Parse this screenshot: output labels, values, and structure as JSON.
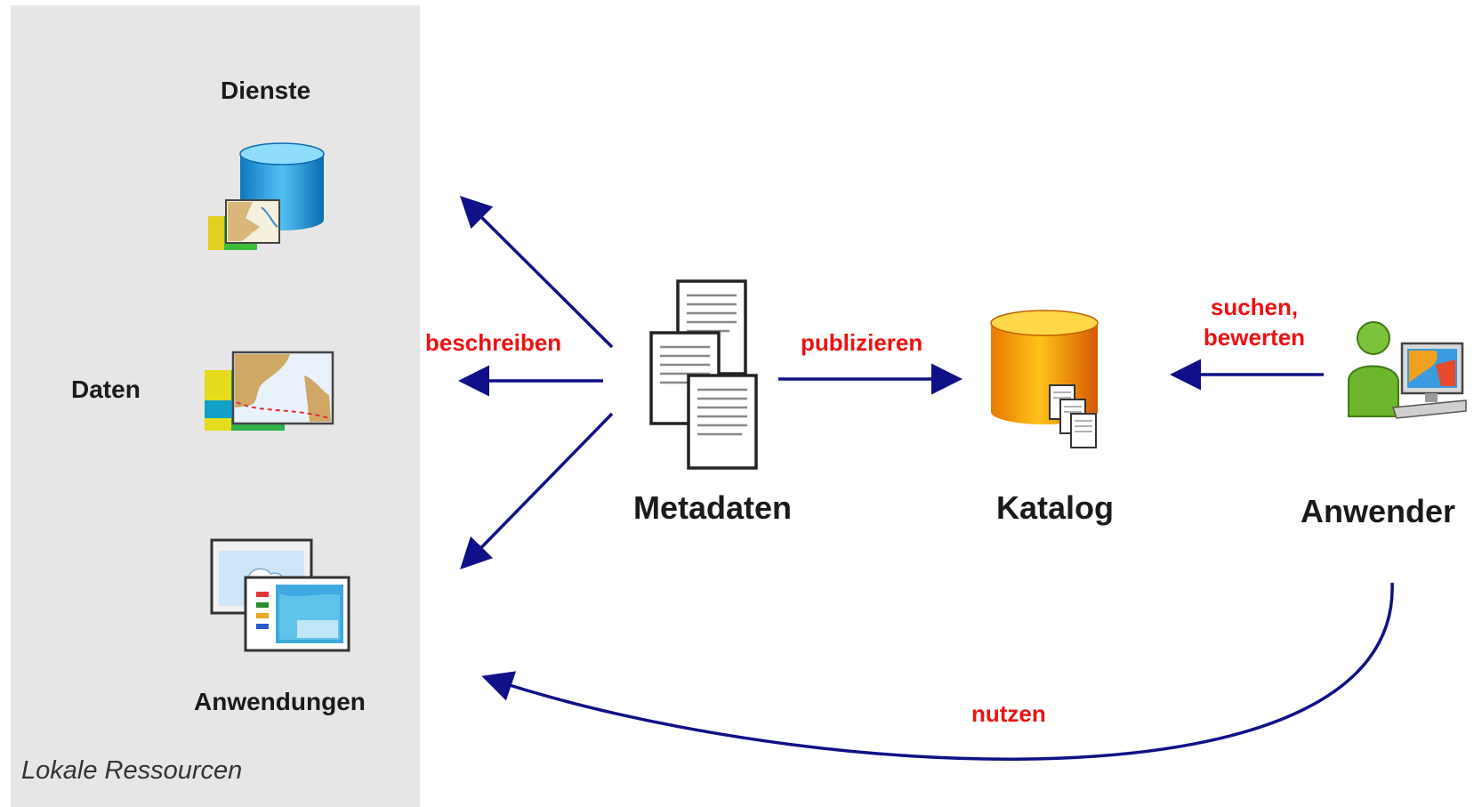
{
  "panel": {
    "caption": "Lokale Ressourcen",
    "resources": [
      {
        "label": "Dienste",
        "icon": "database-with-map-icon"
      },
      {
        "label": "Daten",
        "icon": "map-data-icon"
      },
      {
        "label": "Anwendungen",
        "icon": "application-windows-icon"
      }
    ]
  },
  "nodes": {
    "metadaten": {
      "label": "Metadaten",
      "icon": "documents-stack-icon"
    },
    "katalog": {
      "label": "Katalog",
      "icon": "catalog-database-icon"
    },
    "anwender": {
      "label": "Anwender",
      "icon": "user-at-computer-icon"
    }
  },
  "edges": {
    "beschreiben": "beschreiben",
    "publizieren": "publizieren",
    "suchen_line1": "suchen,",
    "suchen_line2": "bewerten",
    "nutzen": "nutzen"
  },
  "colors": {
    "arrow": "#101088",
    "edge_label": "#ee1111",
    "panel": "#e6e6e6",
    "catalog": "#f5a000",
    "dienste_db": "#2aa3e0",
    "user": "#6cb52c"
  }
}
